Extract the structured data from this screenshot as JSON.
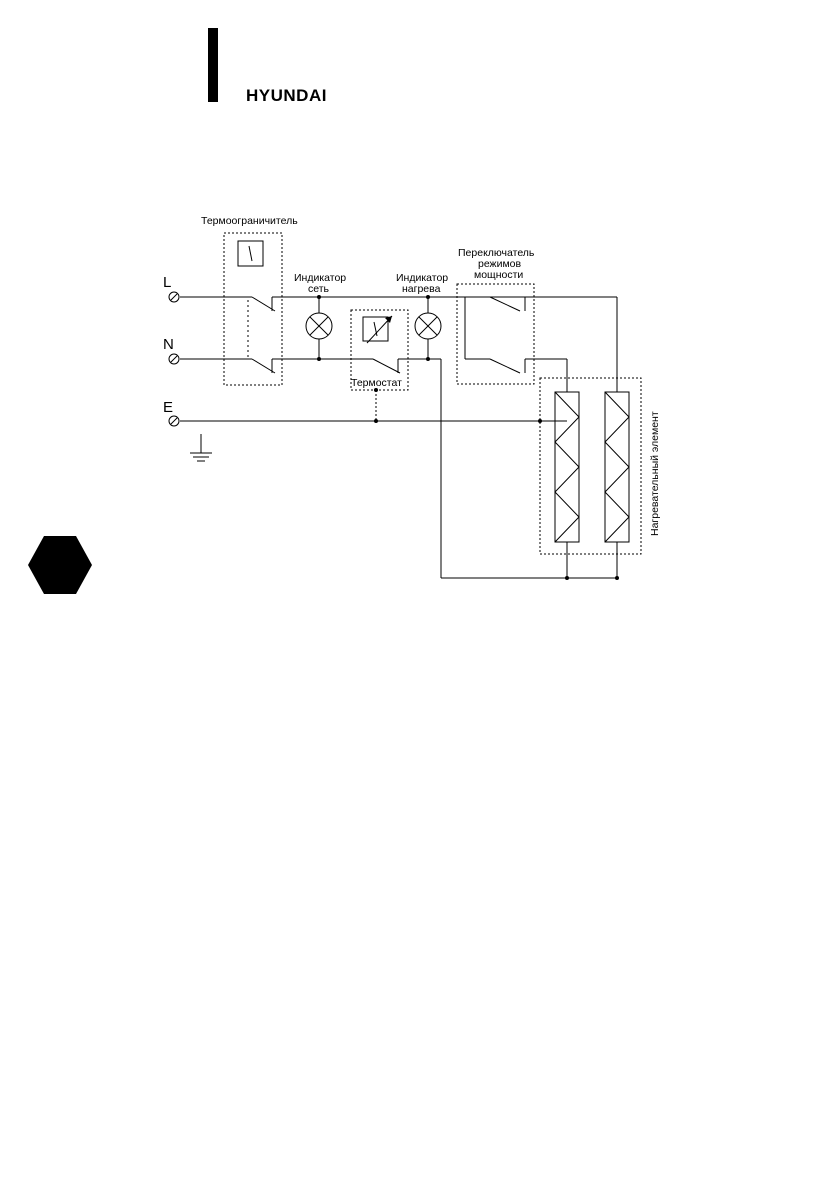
{
  "header": {
    "brand": "HYUNDAI"
  },
  "diagram": {
    "terminals": {
      "line": "L",
      "neutral": "N",
      "earth": "E"
    },
    "labels": {
      "thermal_limiter": "Термоограничитель",
      "indicator_mains_line1": "Индикатор",
      "indicator_mains_line2": "сеть",
      "indicator_heating_line1": "Индикатор",
      "indicator_heating_line2": "нагрева",
      "mode_switch_line1": "Переключатель",
      "mode_switch_line2": "режимов",
      "mode_switch_line3": "мощности",
      "thermostat": "Термостат",
      "heating_element": "Нагревательный элемент"
    }
  }
}
